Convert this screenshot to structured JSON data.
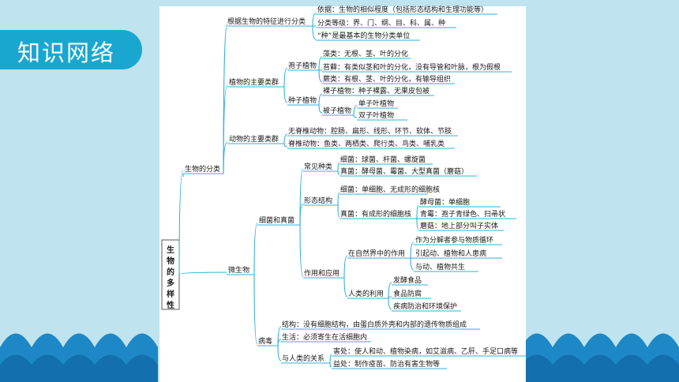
{
  "header": {
    "title": "知识网络"
  },
  "mindmap": {
    "root": "生物的多样性",
    "classification": {
      "label": "生物的分类",
      "basis_group": {
        "label": "根据生物的特征进行分类",
        "items": [
          "依据：生物的相似程度（包括形态结构和生理功能等）",
          "分类等级：界、门、纲、目、科、属、种",
          "“种”是最基本的生物分类单位"
        ]
      },
      "plants": {
        "label": "植物的主要类群",
        "spore": {
          "label": "孢子植物",
          "items": [
            "藻类：无根、茎、叶的分化",
            "苔藓：有类似茎和叶的分化，没有导管和叶脉，根为假根",
            "蕨类：有根、茎、叶的分化，有输导组织"
          ]
        },
        "seed": {
          "label": "种子植物",
          "items": [
            "裸子植物：种子裸露、无果皮包被"
          ],
          "angio": {
            "label": "被子植物",
            "items": [
              "单子叶植物",
              "双子叶植物"
            ]
          }
        }
      },
      "animals": {
        "label": "动物的主要类群",
        "items": [
          "无脊椎动物：腔肠、扁形、线形、环节、软体、节肢",
          "脊椎动物：鱼类、两栖类、爬行类、鸟类、哺乳类"
        ]
      }
    },
    "microbes": {
      "label": "微生物",
      "bf": {
        "label": "细菌和真菌",
        "common": {
          "label": "常见种类",
          "items": [
            "细菌：球菌、杆菌、螺旋菌",
            "真菌：酵母菌、霉菌、大型真菌（蘑菇）"
          ]
        },
        "form": {
          "label": "形态结构",
          "bacteria": "细菌：单细胞、无成形的细胞核",
          "fungi": "真菌：有成形的细胞核",
          "fungi_items": [
            "酵母菌：单细胞",
            "青霉：孢子青绿色、扫帚状",
            "蘑菇：地上部分叫子实体"
          ]
        },
        "use": {
          "label": "作用和应用",
          "nature": {
            "label": "在自然界中的作用",
            "items": [
              "作为分解者参与物质循环",
              "引起动、植物和人患病",
              "与动、植物共生"
            ]
          },
          "human": {
            "label": "人类的利用",
            "items": [
              "发酵食品",
              "食品防腐",
              "疾病防治和环境保护"
            ]
          }
        }
      },
      "virus": {
        "label": "病毒",
        "structure": "结构：没有细胞结构，由蛋白质外壳和内部的遗传物质组成",
        "life": "生活：必须寄生在活细胞内",
        "relation": {
          "label": "与人类的关系",
          "items": [
            "害处：使人和动、植物染病，如艾滋病、乙肝、手足口病等",
            "益处：制作疫苗、防治有害生物等"
          ]
        }
      }
    }
  }
}
